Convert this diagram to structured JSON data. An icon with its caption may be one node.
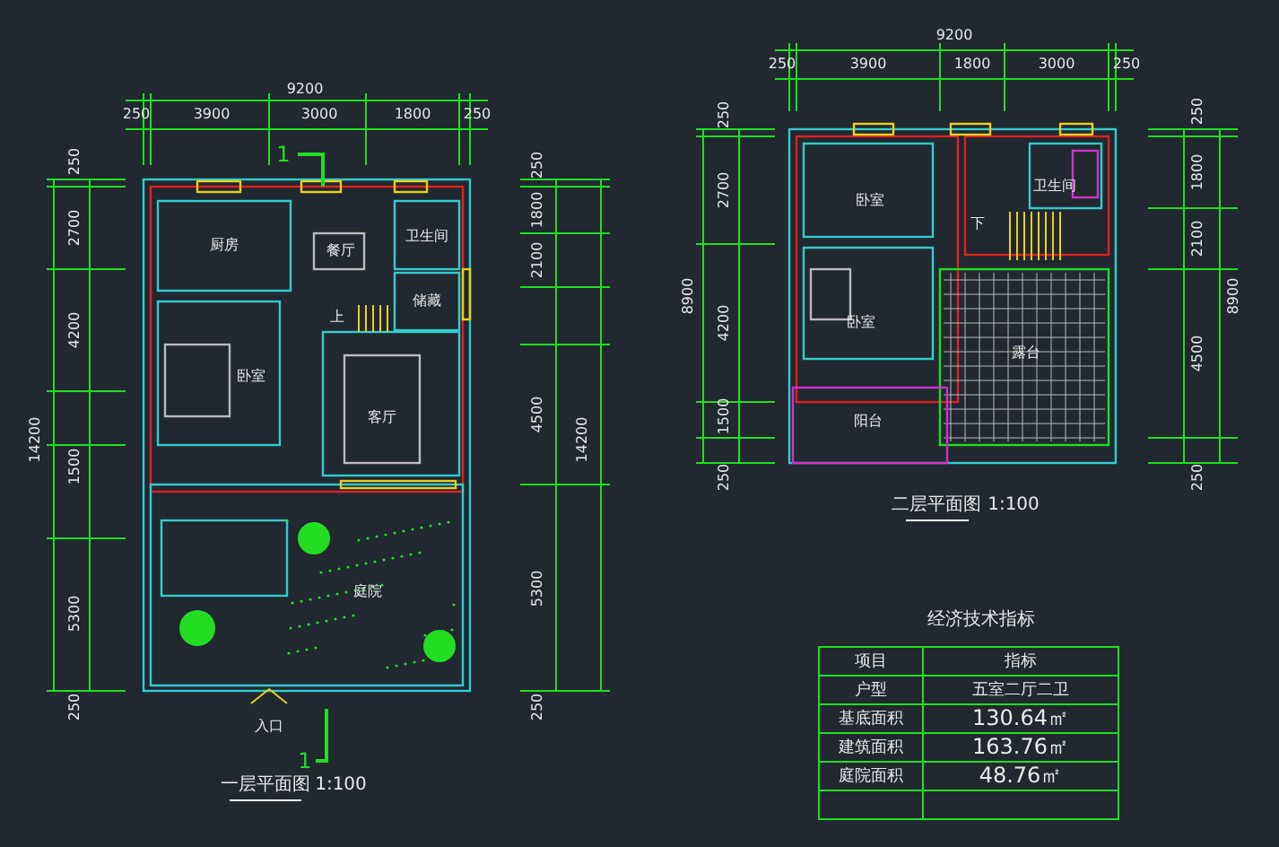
{
  "diagram": {
    "labels": [
      "9200",
      "250",
      "3900",
      "3000",
      "1800",
      "250",
      "1",
      "250",
      "2700",
      "4200",
      "1500",
      "5300",
      "250",
      "14200",
      "250",
      "1800",
      "2100",
      "4500",
      "5300",
      "250",
      "14200",
      "厨房",
      "餐厅",
      "卫生间",
      "储藏",
      "上",
      "卧室",
      "客厅",
      "庭院",
      "入口",
      "1",
      "一层平面图",
      "1:100",
      "9200",
      "250",
      "3900",
      "1800",
      "3000",
      "250",
      "250",
      "2700",
      "4200",
      "1500",
      "250",
      "8900",
      "250",
      "1800",
      "2100",
      "4500",
      "250",
      "8900",
      "卧室",
      "卫生间",
      "下",
      "卧室",
      "露台",
      "阳台",
      "二层平面图",
      "1:100",
      "经济技术指标",
      "项目",
      "指标",
      "户型",
      "五室二厅二卫",
      "基底面积",
      "130.64㎡",
      "建筑面积",
      "163.76㎡",
      "庭院面积",
      "48.76㎡"
    ]
  }
}
